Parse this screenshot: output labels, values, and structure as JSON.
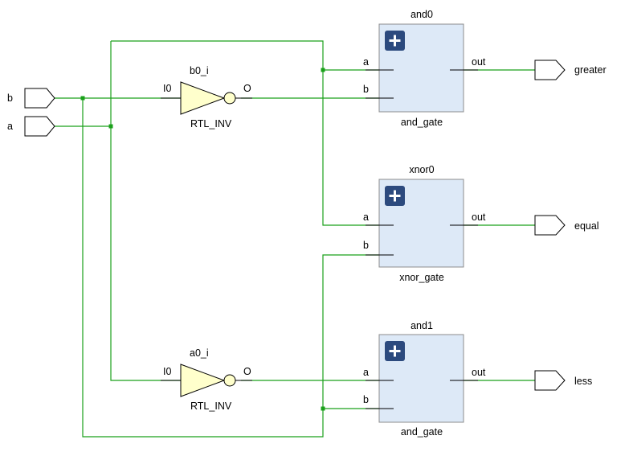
{
  "colors": {
    "wire": "#1aa01a",
    "block_fill": "#dde9f7",
    "inverter_fill": "#ffffcc",
    "expand_button": "#2c4a7e",
    "background": "#ffffff"
  },
  "inputs": [
    {
      "label": "b"
    },
    {
      "label": "a"
    }
  ],
  "outputs": [
    {
      "label": "greater"
    },
    {
      "label": "equal"
    },
    {
      "label": "less"
    }
  ],
  "inverters": [
    {
      "instance": "b0_i",
      "type": "RTL_INV",
      "in_pin": "I0",
      "out_pin": "O"
    },
    {
      "instance": "a0_i",
      "type": "RTL_INV",
      "in_pin": "I0",
      "out_pin": "O"
    }
  ],
  "blocks": [
    {
      "instance": "and0",
      "module": "and_gate",
      "pin_a": "a",
      "pin_b": "b",
      "pin_out": "out",
      "expand_icon": "plus-icon"
    },
    {
      "instance": "xnor0",
      "module": "xnor_gate",
      "pin_a": "a",
      "pin_b": "b",
      "pin_out": "out",
      "expand_icon": "plus-icon"
    },
    {
      "instance": "and1",
      "module": "and_gate",
      "pin_a": "a",
      "pin_b": "b",
      "pin_out": "out",
      "expand_icon": "plus-icon"
    }
  ]
}
